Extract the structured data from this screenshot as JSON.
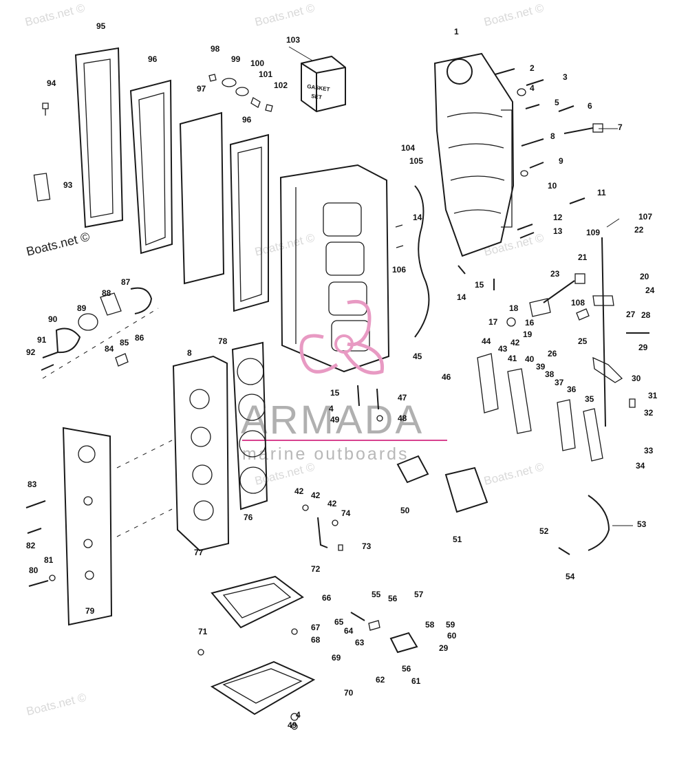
{
  "watermarks": [
    {
      "text": "Boats.net ©",
      "style": "light"
    },
    {
      "text": "Boats.net ©",
      "style": "light"
    },
    {
      "text": "Boats.net ©",
      "style": "light"
    },
    {
      "text": "Boats.net ©",
      "style": "dark"
    },
    {
      "text": "Boats.net ©",
      "style": "light"
    },
    {
      "text": "Boats.net ©",
      "style": "light"
    },
    {
      "text": "Boats.net ©",
      "style": "light"
    },
    {
      "text": "Boats.net ©",
      "style": "light"
    },
    {
      "text": "Boats.net ©",
      "style": "light"
    }
  ],
  "gasket_box": {
    "line1": "GASKET",
    "line2": "SET"
  },
  "logo": {
    "name": "ARMADA",
    "tagline": "marine outboards",
    "accent": "#d7418e"
  },
  "callouts": [
    "95",
    "96",
    "98",
    "99",
    "100",
    "101",
    "102",
    "103",
    "1",
    "94",
    "97",
    "96",
    "2",
    "3",
    "4",
    "5",
    "6",
    "7",
    "104",
    "105",
    "8",
    "9",
    "10",
    "11",
    "93",
    "14",
    "12",
    "107",
    "13",
    "22",
    "109",
    "106",
    "21",
    "23",
    "20",
    "24",
    "15",
    "14",
    "108",
    "18",
    "27",
    "28",
    "17",
    "16",
    "19",
    "25",
    "88",
    "87",
    "89",
    "90",
    "91",
    "92",
    "85",
    "86",
    "84",
    "78",
    "8",
    "44",
    "43",
    "42",
    "41",
    "40",
    "39",
    "38",
    "26",
    "29",
    "45",
    "46",
    "30",
    "37",
    "36",
    "35",
    "31",
    "32",
    "15",
    "47",
    "4",
    "49",
    "48",
    "33",
    "34",
    "83",
    "76",
    "42",
    "42",
    "42",
    "74",
    "50",
    "53",
    "51",
    "52",
    "82",
    "73",
    "77",
    "81",
    "80",
    "72",
    "54",
    "79",
    "66",
    "55",
    "56",
    "57",
    "65",
    "64",
    "63",
    "67",
    "68",
    "58",
    "59",
    "60",
    "29",
    "71",
    "69",
    "56",
    "62",
    "61",
    "70",
    "4",
    "49"
  ]
}
